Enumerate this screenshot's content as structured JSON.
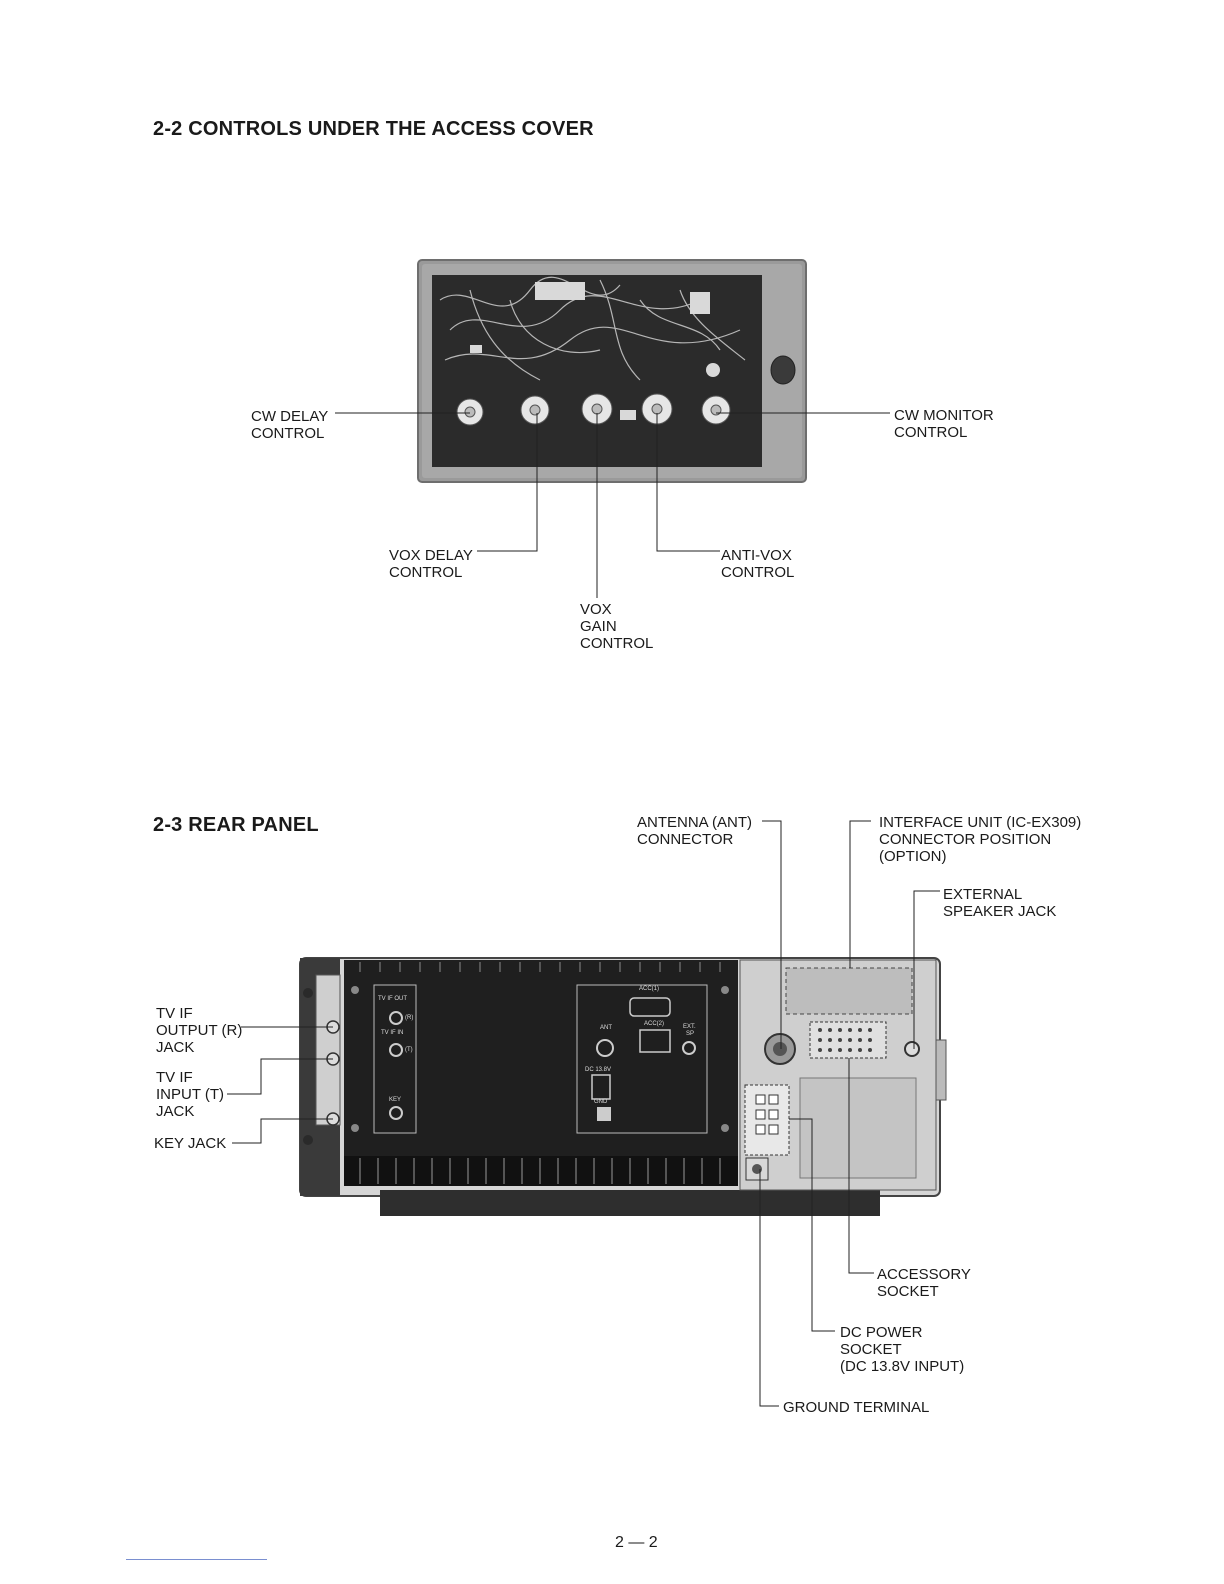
{
  "section_22": {
    "heading": "2-2  CONTROLS UNDER THE ACCESS COVER",
    "labels": {
      "cw_delay": "CW DELAY\nCONTROL",
      "cw_monitor": "CW MONITOR\nCONTROL",
      "vox_delay": "VOX DELAY\nCONTROL",
      "anti_vox": "ANTI-VOX\nCONTROL",
      "vox_gain": "VOX\nGAIN\nCONTROL"
    }
  },
  "section_23": {
    "heading": "2-3  REAR PANEL",
    "labels": {
      "antenna": "ANTENNA (ANT)\nCONNECTOR",
      "interface": "INTERFACE UNIT (IC-EX309)\nCONNECTOR POSITION\n(OPTION)",
      "ext_speaker": "EXTERNAL\nSPEAKER JACK",
      "tv_if_output": "TV IF\nOUTPUT (R)\nJACK",
      "tv_if_input": "TV IF\nINPUT (T)\nJACK",
      "key_jack": "KEY JACK",
      "accessory": "ACCESSORY\nSOCKET",
      "dc_power": "DC POWER\nSOCKET\n(DC 13.8V INPUT)",
      "ground": "GROUND TERMINAL"
    },
    "panel_print": {
      "tv_if_out": "TV IF OUT",
      "r": "(R)",
      "tv_if_in": "TV IF IN",
      "t": "(T)",
      "key": "KEY",
      "acc1": "ACC(1)",
      "acc2": "ACC(2)",
      "ant": "ANT",
      "ext_sp": "EXT.",
      "sp": "SP",
      "dc": "DC 13.8V",
      "gnd": "GND"
    }
  },
  "page_number": "2 — 2"
}
